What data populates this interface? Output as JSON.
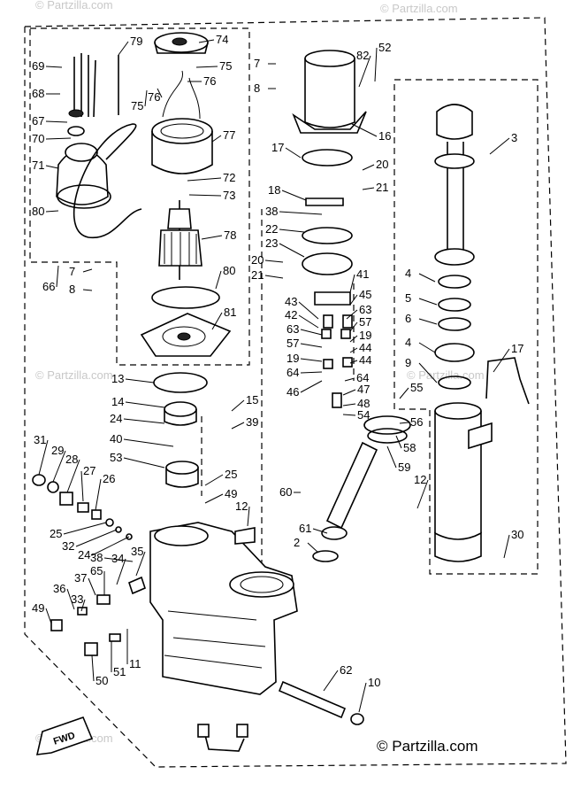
{
  "watermark": "© Partzilla.com",
  "copyright": "© Partzilla.com",
  "fwd_label": "FWD",
  "callouts": [
    "79",
    "74",
    "69",
    "75",
    "76",
    "68",
    "75",
    "76",
    "67",
    "70",
    "77",
    "71",
    "72",
    "73",
    "80",
    "78",
    "66",
    "7",
    "8",
    "80",
    "81",
    "7",
    "8",
    "82",
    "52",
    "16",
    "17",
    "20",
    "21",
    "18",
    "38",
    "22",
    "23",
    "20",
    "21",
    "41",
    "43",
    "42",
    "45",
    "63",
    "63",
    "57",
    "57",
    "19",
    "19",
    "44",
    "44",
    "64",
    "64",
    "46",
    "47",
    "48",
    "54",
    "55",
    "56",
    "58",
    "59",
    "60",
    "61",
    "2",
    "3",
    "4",
    "5",
    "6",
    "4",
    "9",
    "17",
    "13",
    "14",
    "15",
    "39",
    "24",
    "40",
    "53",
    "25",
    "49",
    "12",
    "12",
    "30",
    "31",
    "29",
    "28",
    "27",
    "26",
    "25",
    "32",
    "24",
    "38",
    "35",
    "37",
    "65",
    "34",
    "36",
    "33",
    "49",
    "50",
    "51",
    "11",
    "62",
    "10"
  ]
}
